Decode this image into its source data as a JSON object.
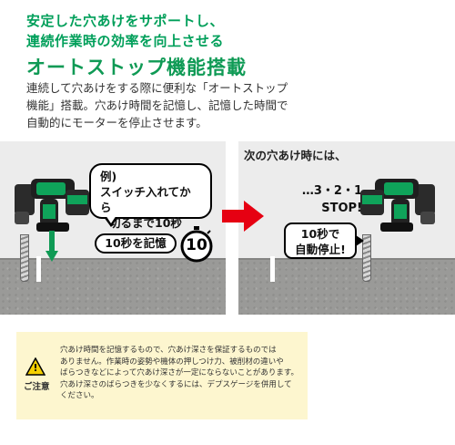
{
  "header": {
    "subtitle_line1": "安定した穴あけをサポートし、",
    "subtitle_line2": "連続作業時の効率を向上させる",
    "title": "オートストップ機能搭載"
  },
  "description": {
    "line1": "連続して穴あけをする際に便利な「オートストップ",
    "line2": "機能」搭載。穴あけ時間を記憶し、記憶した時間で",
    "line3": "自動的にモーターを停止させます。"
  },
  "left_panel": {
    "bubble_line1": "例)",
    "bubble_line2": "スイッチ入れてから",
    "bubble_line3": "切るまで10秒",
    "memory_label": "10秒を記憶",
    "timer_value": "10"
  },
  "right_panel": {
    "next_label": "次の穴あけ時には、",
    "countdown": "…3・2・1",
    "stop": "STOP!",
    "stop_box_line1": "10秒で",
    "stop_box_line2": "自動停止!"
  },
  "caution": {
    "icon_mark": "!",
    "label": "ご注意",
    "line1": "穴あけ時間を記憶するもので、穴あけ深さを保証するものでは",
    "line2": "ありません。作業時の姿勢や機体の押しつけ力、被削材の違いや",
    "line3": "ばらつきなどによって穴あけ深さが一定にならないことがあります。",
    "line4": "穴あけ深さのばらつきを少なくするには、デプスゲージを併用して",
    "line5": "ください。"
  },
  "colors": {
    "brand_green": "#0f9a55",
    "arrow_red": "#e60012",
    "caution_bg": "#fdf6cf",
    "concrete": "#9a9a98"
  }
}
